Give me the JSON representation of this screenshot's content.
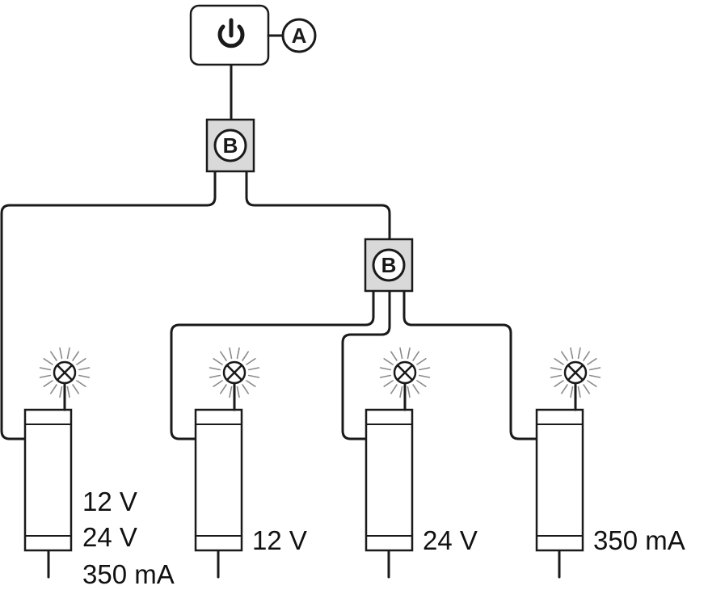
{
  "switch": {
    "label": "A",
    "icon": "power-icon"
  },
  "splitters": [
    {
      "label": "B"
    },
    {
      "label": "B"
    }
  ],
  "drivers": [
    {
      "specs": [
        "12 V",
        "24 V",
        "350 mA"
      ]
    },
    {
      "specs": [
        "12 V"
      ]
    },
    {
      "specs": [
        "24 V"
      ]
    },
    {
      "specs": [
        "350 mA"
      ]
    }
  ],
  "lamps": [
    {
      "icon": "lamp-icon"
    },
    {
      "icon": "lamp-icon"
    },
    {
      "icon": "lamp-icon"
    },
    {
      "icon": "lamp-icon"
    }
  ]
}
